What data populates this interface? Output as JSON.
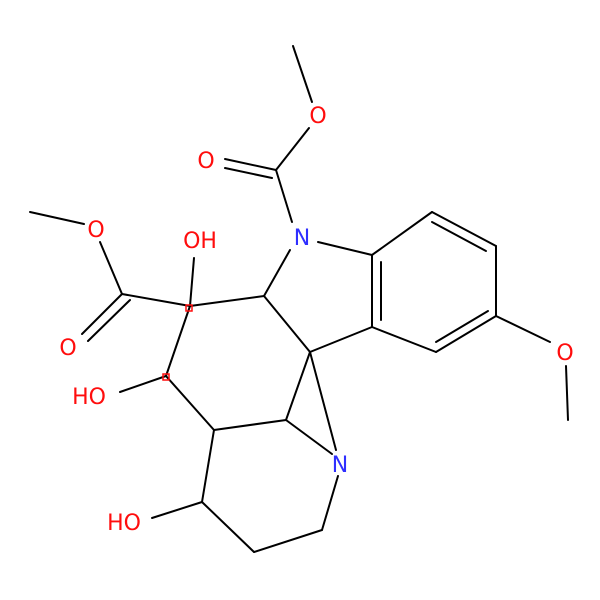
{
  "diagram": {
    "type": "skeletal-structure",
    "colors": {
      "bond": "#000000",
      "oxygen": "#ff0d0d",
      "nitrogen": "#2f2fff",
      "background": "#ffffff"
    },
    "labels": {
      "n_indole": "N",
      "n_bridge": "N",
      "o_carbamate_carbonyl": "O",
      "o_carbamate_ether": "O",
      "o_ester_carbonyl": "O",
      "o_ester_ether": "O",
      "o_aryl_methoxy": "O",
      "oh_top": "OH",
      "oh_middle": "HO",
      "oh_bottom": "HO"
    }
  }
}
